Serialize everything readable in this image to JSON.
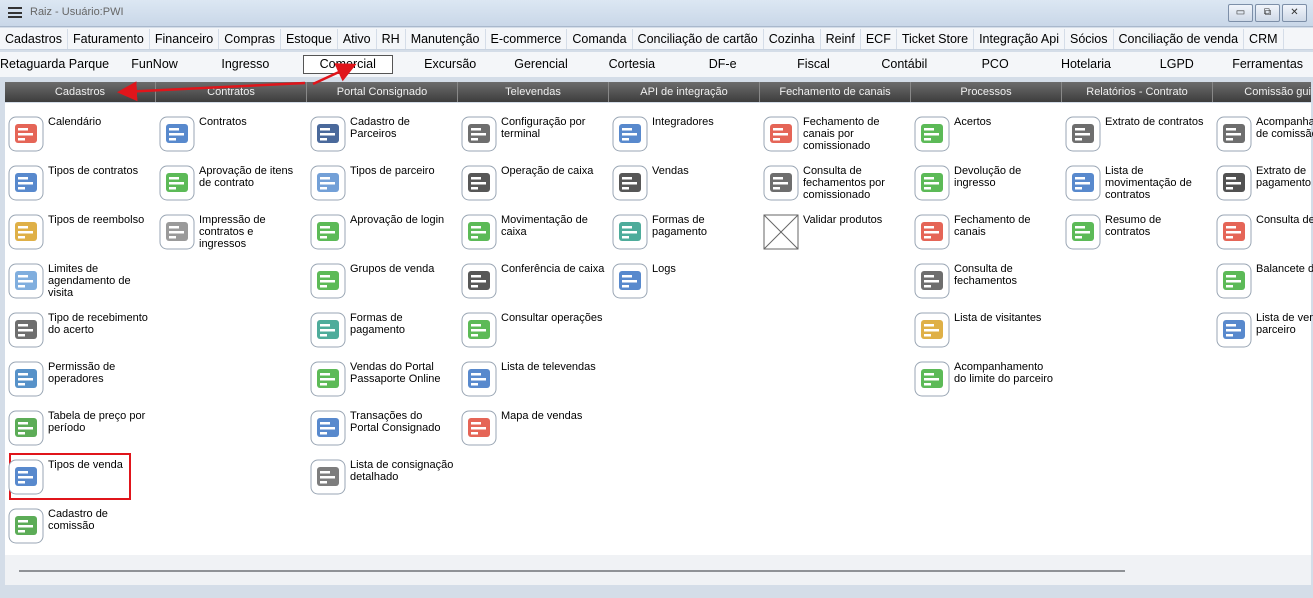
{
  "window": {
    "title": "Raiz - Usuário:PWI",
    "minimize": "▭",
    "restore": "⧉",
    "close": "✕"
  },
  "menu": [
    "Cadastros",
    "Faturamento",
    "Financeiro",
    "Compras",
    "Estoque",
    "Ativo",
    "RH",
    "Manutenção",
    "E-commerce",
    "Comanda",
    "Conciliação de cartão",
    "Cozinha",
    "Reinf",
    "ECF",
    "Ticket Store",
    "Integração Api",
    "Sócios",
    "Conciliação de venda",
    "CRM"
  ],
  "modules": [
    "Retaguarda Parque",
    "FunNow",
    "Ingresso",
    "Comercial",
    "Excursão",
    "Gerencial",
    "Cortesia",
    "DF-e",
    "Fiscal",
    "Contábil",
    "PCO",
    "Hotelaria",
    "LGPD",
    "Ferramentas"
  ],
  "active_module": "Comercial",
  "categories": [
    "Cadastros",
    "Contratos",
    "Portal Consignado",
    "Televendas",
    "API de integração",
    "Fechamento de canais",
    "Processos",
    "Relatórios - Contrato",
    "Comissão guias/a"
  ],
  "columns": [
    [
      {
        "label": "Calendário",
        "icon": "calendar-icon",
        "color": "#e04a3a"
      },
      {
        "label": "Tipos de contratos",
        "icon": "list-icon",
        "color": "#3b74c4"
      },
      {
        "label": "Tipos de reembolso",
        "icon": "money-bags-icon",
        "color": "#d9a227"
      },
      {
        "label": "Limites de agendamento de visita",
        "icon": "calendar-limit-icon",
        "color": "#6aa0d8"
      },
      {
        "label": "Tipo de recebimento do acerto",
        "icon": "magnifier-icon",
        "color": "#555555"
      },
      {
        "label": "Permissão de operadores",
        "icon": "users-icon",
        "color": "#3a7fc0"
      },
      {
        "label": "Tabela de preço por período",
        "icon": "price-calendar-icon",
        "color": "#3f9e3a"
      },
      {
        "label": "Tipos de venda",
        "icon": "sale-list-icon",
        "color": "#3b74c4"
      },
      {
        "label": "Cadastro de comissão",
        "icon": "person-clock-icon",
        "color": "#3f9e3a"
      }
    ],
    [
      {
        "label": "Contratos",
        "icon": "contract-pen-icon",
        "color": "#3b74c4"
      },
      {
        "label": "Aprovação de itens de contrato",
        "icon": "checkmark-icon",
        "color": "#3fae3a"
      },
      {
        "label": "Impressão de contratos e ingressos",
        "icon": "printer-icon",
        "color": "#888888"
      }
    ],
    [
      {
        "label": "Cadastro de Parceiros",
        "icon": "partners-icon",
        "color": "#2a4f8a"
      },
      {
        "label": "Tipos de parceiro",
        "icon": "document-person-icon",
        "color": "#5a8fd0"
      },
      {
        "label": "Aprovação de login",
        "icon": "approval-icon",
        "color": "#3fae3a"
      },
      {
        "label": "Grupos de venda",
        "icon": "group-check-icon",
        "color": "#3fae3a"
      },
      {
        "label": "Formas de pagamento",
        "icon": "payment-forms-icon",
        "color": "#2f9e8a"
      },
      {
        "label": "Vendas do Portal Passaporte Online",
        "icon": "sales-portal-icon",
        "color": "#3fae3a"
      },
      {
        "label": "Transações do Portal Consignado",
        "icon": "transactions-icon",
        "color": "#3b74c4"
      },
      {
        "label": "Lista de consignação detalhado",
        "icon": "magnifier-doc-icon",
        "color": "#666666"
      }
    ],
    [
      {
        "label": "Configuração por terminal",
        "icon": "cash-register-gear-icon",
        "color": "#555555"
      },
      {
        "label": "Operação de caixa",
        "icon": "cash-register-icon",
        "color": "#3a3a3a"
      },
      {
        "label": "Movimentação de caixa",
        "icon": "cash-movement-icon",
        "color": "#3fae3a"
      },
      {
        "label": "Conferência de caixa",
        "icon": "cash-check-icon",
        "color": "#3a3a3a"
      },
      {
        "label": "Consultar operações",
        "icon": "cash-search-icon",
        "color": "#3fae3a"
      },
      {
        "label": "Lista de televendas",
        "icon": "chart-doc-icon",
        "color": "#3b74c4"
      },
      {
        "label": "Mapa de vendas",
        "icon": "line-chart-icon",
        "color": "#e04a3a"
      }
    ],
    [
      {
        "label": "Integradores",
        "icon": "network-icon",
        "color": "#3b74c4"
      },
      {
        "label": "Vendas",
        "icon": "cash-register-icon",
        "color": "#3a3a3a"
      },
      {
        "label": "Formas de pagamento",
        "icon": "payment-forms-icon",
        "color": "#2f9e8a"
      },
      {
        "label": "Logs",
        "icon": "monitor-icon",
        "color": "#3b74c4"
      }
    ],
    [
      {
        "label": "Fechamento de canais por comissionado",
        "icon": "calendar-icon",
        "color": "#e04a3a"
      },
      {
        "label": "Consulta de fechamentos por comissionado",
        "icon": "magnifier-icon",
        "color": "#555555"
      },
      {
        "label": "Validar produtos",
        "icon": "placeholder-icon",
        "color": "#888888"
      }
    ],
    [
      {
        "label": "Acertos",
        "icon": "money-icon",
        "color": "#3fae3a"
      },
      {
        "label": "Devolução de ingresso",
        "icon": "ticket-return-icon",
        "color": "#3fae3a"
      },
      {
        "label": "Fechamento de canais",
        "icon": "calendar-icon",
        "color": "#e04a3a"
      },
      {
        "label": "Consulta de fechamentos",
        "icon": "magnifier-icon",
        "color": "#555555"
      },
      {
        "label": "Lista de visitantes",
        "icon": "clipboard-icon",
        "color": "#d9a227"
      },
      {
        "label": "Acompanhamento do limite do parceiro",
        "icon": "person-money-icon",
        "color": "#3fae3a"
      }
    ],
    [
      {
        "label": "Extrato de contratos",
        "icon": "calculator-icon",
        "color": "#555555"
      },
      {
        "label": "Lista de movimentação de contratos",
        "icon": "list-icon",
        "color": "#3b74c4"
      },
      {
        "label": "Resumo de contratos",
        "icon": "list-refresh-icon",
        "color": "#3fae3a"
      }
    ],
    [
      {
        "label": "Acompanhamento de comissão guias",
        "icon": "doc-search-icon",
        "color": "#555555"
      },
      {
        "label": "Extrato de pagamento",
        "icon": "pdf-doc-icon",
        "color": "#333333"
      },
      {
        "label": "Consulta de vendas",
        "icon": "calendar-chart-icon",
        "color": "#e04a3a"
      },
      {
        "label": "Balancete dos guias",
        "icon": "person-scale-icon",
        "color": "#3fae3a"
      },
      {
        "label": "Lista de vendas parceiro",
        "icon": "list-icon",
        "color": "#3b74c4"
      }
    ]
  ],
  "colors": {
    "highlight": "#e0151b",
    "category_bar": "#4a4a4a"
  }
}
